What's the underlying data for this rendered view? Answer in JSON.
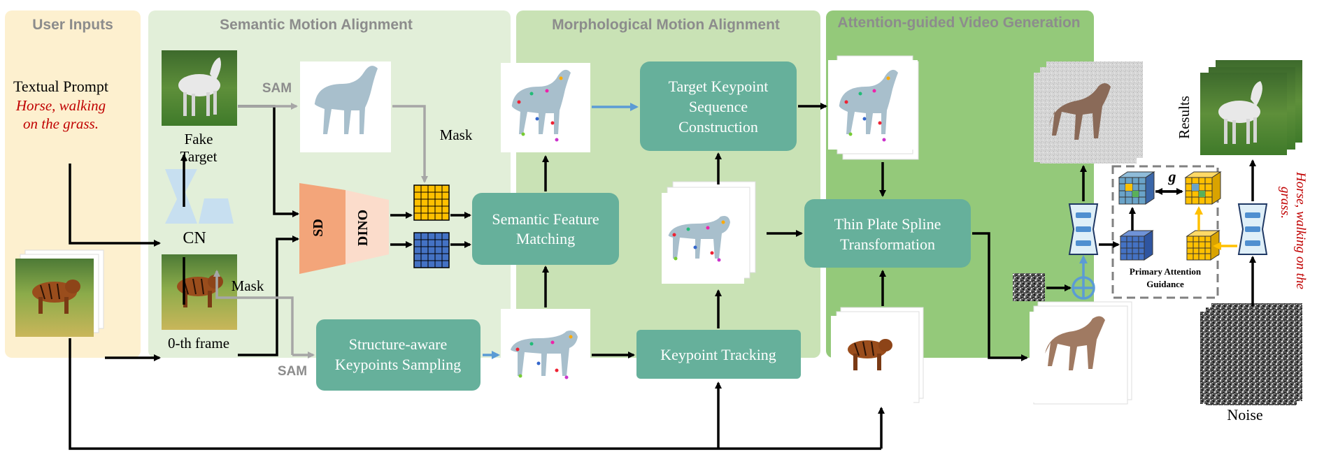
{
  "panels": {
    "user_inputs": "User Inputs",
    "semantic": "Semantic Motion Alignment",
    "morphological": "Morphological Motion Alignment",
    "attention": "Attention-guided Video Generation"
  },
  "user_inputs": {
    "prompt_title": "Textual Prompt",
    "prompt_line1": "Horse, walking",
    "prompt_line2": "on the grass."
  },
  "semantic": {
    "sam_top": "SAM",
    "sam_bottom": "SAM",
    "mask_top": "Mask",
    "mask_left": "Mask",
    "fake_target_1": "Fake",
    "fake_target_2": "Target",
    "zeroth_frame": "0-th frame",
    "cn": "CN",
    "sd": "SD",
    "dino": "DINO",
    "feature_matching_1": "Semantic Feature",
    "feature_matching_2": "Matching",
    "structure_sampling_1": "Structure-aware",
    "structure_sampling_2": "Keypoints Sampling"
  },
  "morphological": {
    "target_seq_1": "Target Keypoint",
    "target_seq_2": "Sequence",
    "target_seq_3": "Construction",
    "tps_1": "Thin Plate Spline",
    "tps_2": "Transformation",
    "tracking": "Keypoint Tracking"
  },
  "attention": {
    "results": "Results",
    "noise": "Noise",
    "g": "g",
    "guidance_1": "Primary Attention",
    "guidance_2": "Guidance",
    "rot_prompt_1": "Horse, walking on the",
    "rot_prompt_2": "grass."
  },
  "colors": {
    "user_panel": "#fdf0cf",
    "semantic_panel": "#e2efd9",
    "morph_panel": "#c9e2b5",
    "attention_panel": "#94c97a",
    "block": "#66b09b",
    "sd": "#f3a57a",
    "dino": "#fbdccb",
    "grid_yellow": "#ffc000",
    "grid_blue": "#4472c4",
    "arrow_blue": "#5b9bd5",
    "prompt_red": "#c00000"
  }
}
